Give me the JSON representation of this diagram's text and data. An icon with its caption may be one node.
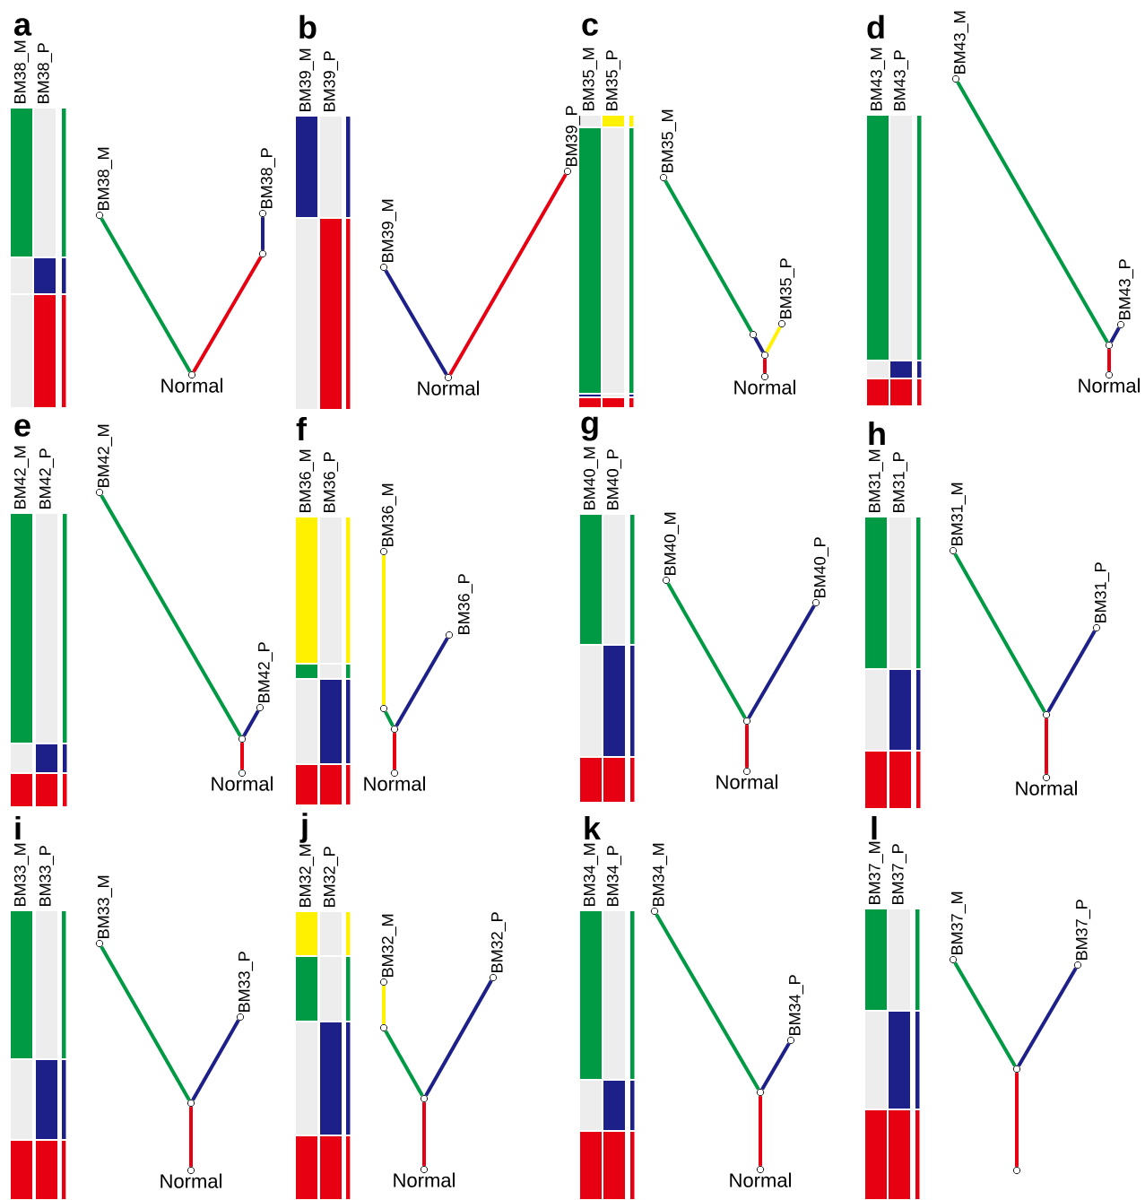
{
  "diagram": {
    "nodes": [
      {
        "text": [
          "BM38_M"
        ]
      },
      {
        "text": [],
        "shape": "circle"
      },
      {
        "text": [
          "BM38_P"
        ]
      },
      {
        "text": [
          "Normal"
        ]
      },
      {
        "text": [
          "BM39_M"
        ]
      },
      {
        "text": [
          "BM39_P"
        ]
      },
      {
        "text": [
          "Normal"
        ]
      },
      {
        "text": [
          "BM35_M"
        ]
      },
      {
        "text": [],
        "shape": "circle"
      },
      {
        "text": [],
        "shape": "circle"
      },
      {
        "text": [
          "BM35_P"
        ]
      },
      {
        "text": [
          "Normal"
        ]
      },
      {
        "text": [
          "BM43_M"
        ]
      },
      {
        "text": [],
        "shape": "circle"
      },
      {
        "text": [
          "BM43_P"
        ]
      },
      {
        "text": [
          "Normal"
        ]
      },
      {
        "text": [
          "BM42_M"
        ]
      },
      {
        "text": [],
        "shape": "circle"
      },
      {
        "text": [
          "BM42_P"
        ]
      },
      {
        "text": [
          "Normal"
        ]
      },
      {
        "text": [
          "BM36_M"
        ]
      },
      {
        "text": [],
        "shape": "circle"
      },
      {
        "text": [],
        "shape": "circle"
      },
      {
        "text": [
          "BM36_P"
        ]
      },
      {
        "text": [
          "Normal"
        ]
      },
      {
        "text": [
          "BM40_M"
        ]
      },
      {
        "text": [],
        "shape": "circle"
      },
      {
        "text": [
          "BM40_P"
        ]
      },
      {
        "text": [
          "Normal"
        ]
      },
      {
        "text": [
          "BM31_M"
        ]
      },
      {
        "text": [],
        "shape": "circle"
      },
      {
        "text": [
          "BM31_P"
        ]
      },
      {
        "text": [
          "Normal"
        ]
      },
      {
        "text": [
          "BM33_M"
        ]
      },
      {
        "text": [],
        "shape": "circle"
      },
      {
        "text": [
          "BM33_P"
        ]
      },
      {
        "text": [
          "Normal"
        ]
      },
      {
        "text": [
          "BM32_M"
        ]
      },
      {
        "text": [],
        "shape": "circle"
      },
      {
        "text": [],
        "shape": "circle"
      },
      {
        "text": [
          "BM32_P"
        ]
      },
      {
        "text": [
          "Normal"
        ]
      },
      {
        "text": [
          "BM34_M"
        ]
      },
      {
        "text": [],
        "shape": "circle"
      },
      {
        "text": [
          "BM34_P"
        ]
      },
      {
        "text": [
          "Normal"
        ]
      },
      {
        "text": [
          "BM37_M"
        ]
      },
      {
        "text": [],
        "shape": "circle"
      },
      {
        "text": [
          "BM37_P"
        ]
      },
      {
        "text": [],
        "shape": "circle"
      }
    ],
    "edges": [
      {
        "from": 0,
        "to": 3,
        "arrow": "none",
        "color": "#009944"
      },
      {
        "from": 3,
        "to": 1,
        "arrow": "none",
        "color": "#e60012"
      },
      {
        "from": 1,
        "to": 2,
        "arrow": "none",
        "color": "#1d2088"
      },
      {
        "from": 4,
        "to": 6,
        "arrow": "none",
        "color": "#1d2088"
      },
      {
        "from": 6,
        "to": 5,
        "arrow": "none",
        "color": "#e60012"
      },
      {
        "from": 7,
        "to": 8,
        "arrow": "none",
        "color": "#009944"
      },
      {
        "from": 8,
        "to": 9,
        "arrow": "none",
        "color": "#1d2088"
      },
      {
        "from": 9,
        "to": 10,
        "arrow": "none",
        "color": "#fff100"
      },
      {
        "from": 9,
        "to": 11,
        "arrow": "none",
        "color": "#e60012"
      },
      {
        "from": 12,
        "to": 13,
        "arrow": "none",
        "color": "#009944"
      },
      {
        "from": 13,
        "to": 14,
        "arrow": "none",
        "color": "#1d2088"
      },
      {
        "from": 13,
        "to": 15,
        "arrow": "none",
        "color": "#e60012"
      },
      {
        "from": 16,
        "to": 17,
        "arrow": "none",
        "color": "#009944"
      },
      {
        "from": 17,
        "to": 18,
        "arrow": "none",
        "color": "#1d2088"
      },
      {
        "from": 17,
        "to": 19,
        "arrow": "none",
        "color": "#e60012"
      },
      {
        "from": 20,
        "to": 21,
        "arrow": "none",
        "color": "#fff100"
      },
      {
        "from": 21,
        "to": 22,
        "arrow": "none",
        "color": "#009944"
      },
      {
        "from": 22,
        "to": 23,
        "arrow": "none",
        "color": "#1d2088"
      },
      {
        "from": 22,
        "to": 24,
        "arrow": "none",
        "color": "#e60012"
      },
      {
        "from": 25,
        "to": 26,
        "arrow": "none",
        "color": "#009944"
      },
      {
        "from": 26,
        "to": 27,
        "arrow": "none",
        "color": "#1d2088"
      },
      {
        "from": 26,
        "to": 28,
        "arrow": "none",
        "color": "#e60012"
      },
      {
        "from": 29,
        "to": 30,
        "arrow": "none",
        "color": "#009944"
      },
      {
        "from": 30,
        "to": 31,
        "arrow": "none",
        "color": "#1d2088"
      },
      {
        "from": 30,
        "to": 32,
        "arrow": "none",
        "color": "#e60012"
      },
      {
        "from": 33,
        "to": 34,
        "arrow": "none",
        "color": "#009944"
      },
      {
        "from": 34,
        "to": 35,
        "arrow": "none",
        "color": "#1d2088"
      },
      {
        "from": 34,
        "to": 36,
        "arrow": "none",
        "color": "#e60012"
      },
      {
        "from": 37,
        "to": 38,
        "arrow": "none",
        "color": "#fff100"
      },
      {
        "from": 38,
        "to": 39,
        "arrow": "none",
        "color": "#009944"
      },
      {
        "from": 39,
        "to": 40,
        "arrow": "none",
        "color": "#1d2088"
      },
      {
        "from": 39,
        "to": 41,
        "arrow": "none",
        "color": "#e60012"
      },
      {
        "from": 42,
        "to": 43,
        "arrow": "none",
        "color": "#009944"
      },
      {
        "from": 43,
        "to": 44,
        "arrow": "none",
        "color": "#1d2088"
      },
      {
        "from": 43,
        "to": 45,
        "arrow": "none",
        "color": "#e60012"
      },
      {
        "from": 46,
        "to": 47,
        "arrow": "none",
        "color": "#009944"
      },
      {
        "from": 47,
        "to": 48,
        "arrow": "none",
        "color": "#1d2088"
      },
      {
        "from": 47,
        "to": 49,
        "arrow": "none",
        "color": "#e60012"
      }
    ],
    "labels": [
      "a",
      "BM38_M",
      "BM38_P",
      "b",
      "BM39_M",
      "BM39_P",
      "c",
      "BM35_M",
      "BM35_P",
      "d",
      "BM43_M",
      "BM43_P",
      "e",
      "BM42_M",
      "BM42_P",
      "f",
      "BM36_M",
      "BM36_P",
      "g",
      "BM40_M",
      "BM40_P",
      "h",
      "BM31_M",
      "BM31_P",
      "i",
      "BM33_M",
      "BM33_P",
      "j",
      "BM32_M",
      "BM32_P",
      "k",
      "BM34_M",
      "BM34_P",
      "l",
      "BM37_M",
      "BM37_P"
    ]
  }
}
